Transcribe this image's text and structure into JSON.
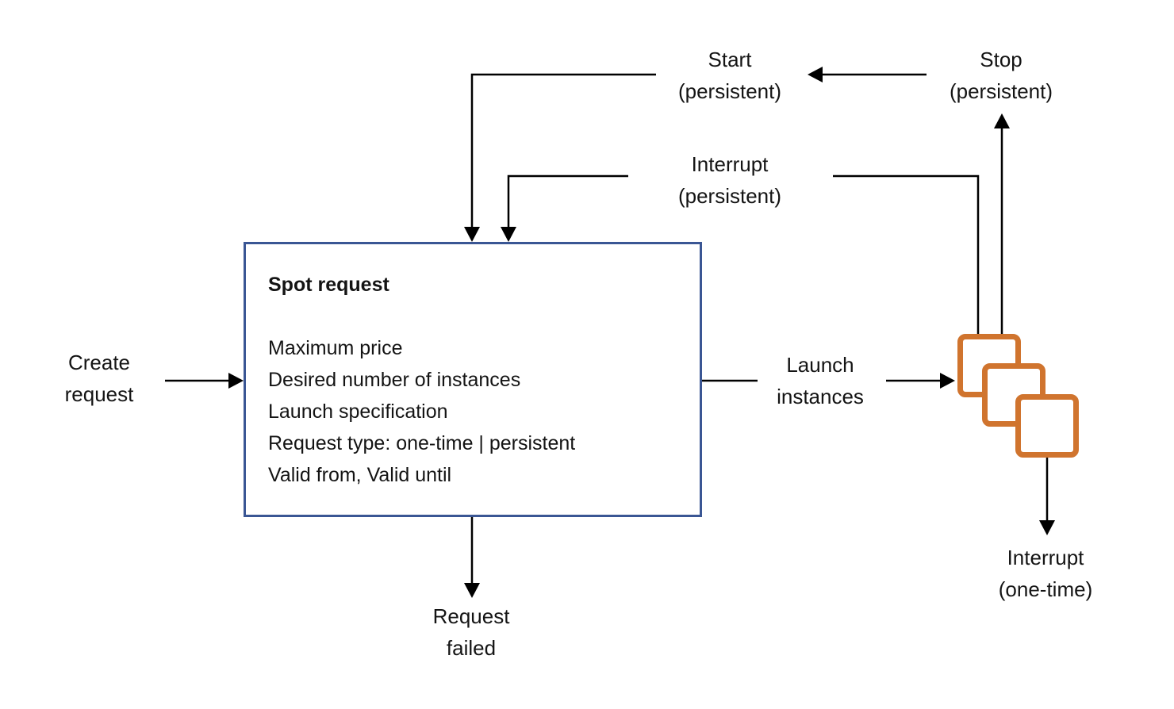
{
  "colors": {
    "box_border": "#3A5694",
    "instances_icon": "#D0742E",
    "connector": "#000000",
    "text": "#141414",
    "background": "#FFFFFF"
  },
  "spot_box": {
    "title": "Spot request",
    "attributes": [
      "Maximum price",
      "Desired number of instances",
      "Launch specification",
      "Request type: one-time | persistent",
      "Valid from, Valid until"
    ]
  },
  "labels": {
    "create_request": {
      "lines": [
        "Create",
        "request"
      ]
    },
    "launch_instances": {
      "lines": [
        "Launch",
        "instances"
      ]
    },
    "start_persistent": {
      "lines": [
        "Start",
        "(persistent)"
      ]
    },
    "stop_persistent": {
      "lines": [
        "Stop",
        "(persistent)"
      ]
    },
    "interrupt_persistent": {
      "lines": [
        "Interrupt",
        "(persistent)"
      ]
    },
    "interrupt_one_time": {
      "lines": [
        "Interrupt",
        "(one-time)"
      ]
    },
    "request_failed": {
      "lines": [
        "Request",
        "failed"
      ]
    }
  },
  "icons": {
    "instances": "stacked-squares"
  }
}
